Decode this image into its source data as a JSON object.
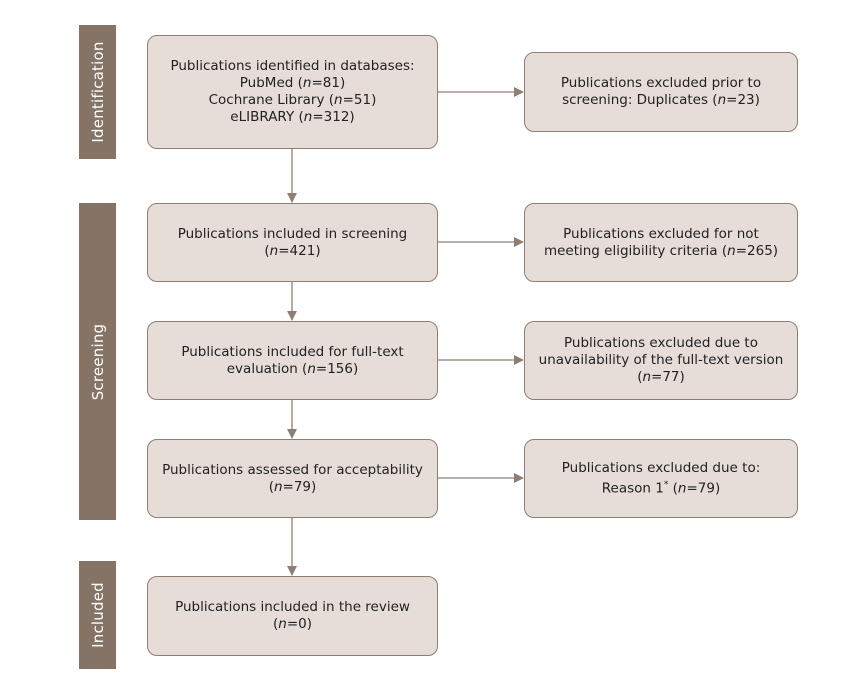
{
  "stages": {
    "identification": "Identification",
    "screening": "Screening",
    "included": "Included"
  },
  "boxes": {
    "identified": {
      "title": "Publications identified in databases:",
      "pubmed_label": "PubMed (",
      "pubmed_count": "=81)",
      "cochrane_label": "Cochrane Library (",
      "cochrane_count": "=51)",
      "elibrary_label": "eLIBRARY (",
      "elibrary_count": "=312)"
    },
    "screening": {
      "line1": "Publications included in screening",
      "count": "=421)"
    },
    "fulltext": {
      "line1": "Publications included for full-text",
      "line2": "evaluation (",
      "count": "=156)"
    },
    "acceptability": {
      "line1": "Publications assessed for acceptability",
      "count": "=79)"
    },
    "review": {
      "line1": "Publications included in the review",
      "count": "=0)"
    },
    "duplicates": {
      "line1": "Publications excluded prior to",
      "line2": "screening: Duplicates (",
      "count": "=23)"
    },
    "eligibility": {
      "line1": "Publications excluded for not",
      "line2": "meeting eligibility criteria (",
      "count": "=265)"
    },
    "unavailable": {
      "line1": "Publications excluded due to",
      "line2": "unavailability of the full-text version",
      "count": "=77)"
    },
    "reason": {
      "line1": "Publications excluded due to:",
      "line2": "Reason 1",
      "footnote_mark": "*",
      "count_prefix": " (",
      "count": "=79)"
    }
  },
  "symbols": {
    "n": "n",
    "open_paren": "("
  },
  "colors": {
    "stage_band": "#857466",
    "box_fill": "#e6ddd8",
    "box_border": "#8f7f73",
    "arrow": "#8f7f73"
  }
}
